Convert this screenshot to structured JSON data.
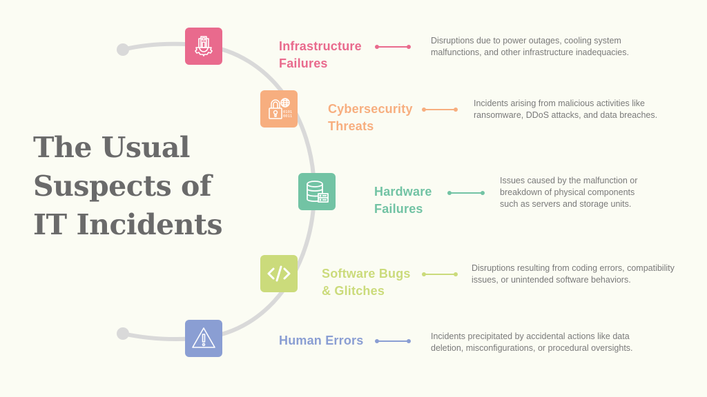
{
  "title": {
    "lines": [
      "The Usual",
      "Suspects of",
      "IT Incidents"
    ],
    "color": "#6a6a6a"
  },
  "arc": {
    "color": "#d9d9d9"
  },
  "items": [
    {
      "icon": "infrastructure-gear-building-icon",
      "color": "#e96a8d",
      "label_lines": [
        "Infrastructure",
        "Failures"
      ],
      "description_lines": [
        "Disruptions due to power outages, cooling system",
        "malfunctions, and other infrastructure inadequacies."
      ]
    },
    {
      "icon": "lock-globe-binary-icon",
      "color": "#f7ae7f",
      "label_lines": [
        "Cybersecurity",
        "Threats"
      ],
      "description_lines": [
        "Incidents arising from malicious activities like",
        "ransomware, DDoS attacks, and data breaches."
      ]
    },
    {
      "icon": "database-server-icon",
      "color": "#72c3a4",
      "label_lines": [
        "Hardware",
        "Failures"
      ],
      "description_lines": [
        "Issues caused by the malfunction or",
        "breakdown of physical components",
        "such as servers and storage units."
      ]
    },
    {
      "icon": "code-brackets-icon",
      "color": "#cbdb7b",
      "label_lines": [
        "Software Bugs",
        "& Glitches"
      ],
      "description_lines": [
        "Disruptions resulting from coding errors, compatibility",
        "issues, or unintended software behaviors."
      ]
    },
    {
      "icon": "warning-triangle-icon",
      "color": "#8a9ed3",
      "label_lines": [
        "Human Errors"
      ],
      "description_lines": [
        "Incidents precipitated by accidental actions like data",
        "deletion, misconfigurations, or procedural oversights."
      ]
    }
  ]
}
